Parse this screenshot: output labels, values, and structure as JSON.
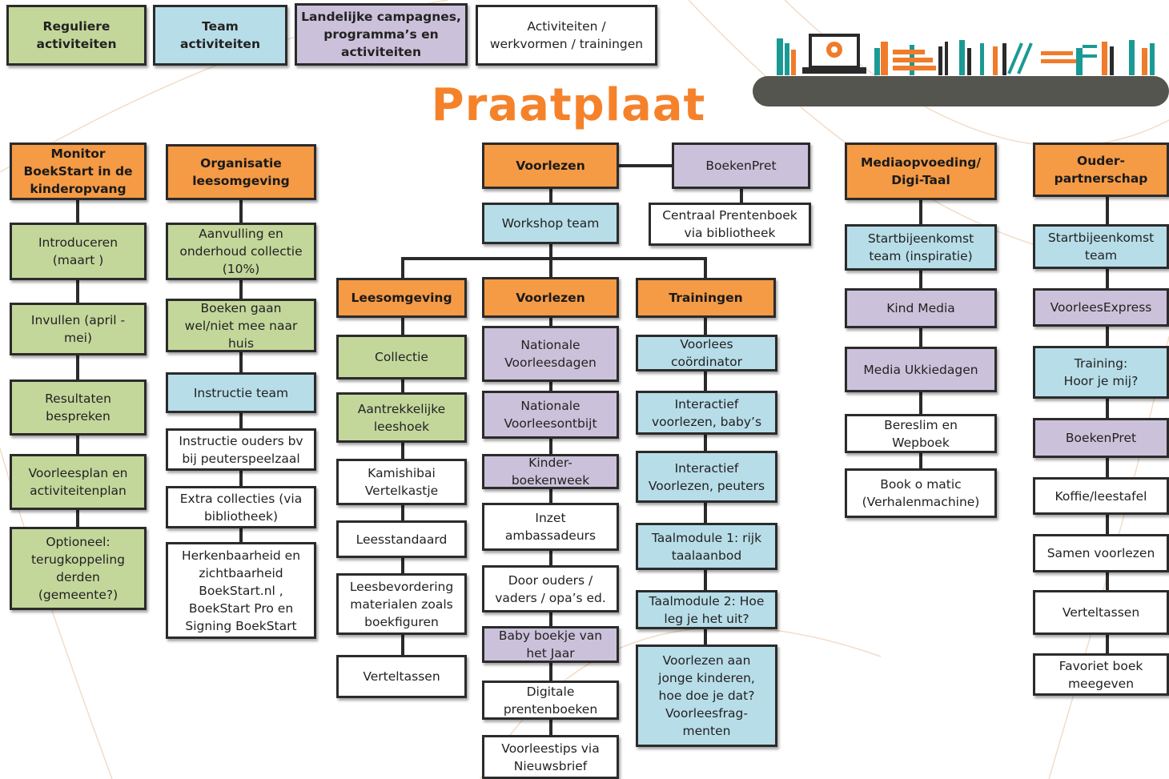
{
  "title": "Praatplaat",
  "colors": {
    "orange": "#f59a45",
    "green": "#c4d79b",
    "blue": "#b7dde8",
    "purple": "#ccc1da",
    "white": "#ffffff",
    "title": "#f5822a",
    "shelf": "#555550"
  },
  "legend": {
    "reguliere": "Reguliere\nactiviteiten",
    "team": "Team\nactiviteiten",
    "landelijke": "Landelijke campagnes,\nprogramma’s en\nactiviteiten",
    "werkvormen": "Activiteiten /\nwerkvormen / trainingen"
  },
  "col_monitor": {
    "header": "Monitor\nBoekStart in de\nkinderopvang",
    "items": [
      "Introduceren\n(maart )",
      "Invullen  (april -\nmei)",
      "Resultaten\nbespreken",
      "Voorleesplan en\nactiviteitenplan",
      "Optioneel:\nterugkoppeling\nderden\n(gemeente?)"
    ]
  },
  "col_organisatie": {
    "header": "Organisatie\nleesomgeving",
    "items": [
      "Aanvulling  en\nonderhoud collectie\n(10%)",
      "Boeken gaan\nwel/niet mee naar\nhuis",
      "Instructie team",
      "Instructie ouders bv\nbij peuterspeelzaal",
      "Extra collecties (via\nbibliotheek)",
      "Herkenbaarheid en\nzichtbaarheid\nBoekStart.nl ,\nBoekStart Pro en\nSigning BoekStart"
    ]
  },
  "col_voorlezen": {
    "header": "Voorlezen",
    "boekenpret": "BoekenPret",
    "centraal": "Centraal Prentenboek\nvia bibliotheek",
    "workshop": "Workshop team",
    "sub_leesomgeving": {
      "header": "Leesomgeving",
      "items": [
        "Collectie",
        "Aantrekkelijke\nleeshoek",
        "Kamishibai\nVertelkastje",
        "Leesstandaard",
        "Leesbevordering\nmaterialen zoals\nboekfiguren",
        "Verteltassen"
      ]
    },
    "sub_voorlezen": {
      "header": "Voorlezen",
      "items": [
        "Nationale\nVoorleesdagen",
        "Nationale\nVoorleesontbijt",
        "Kinder-\nboekenweek",
        "Inzet\nambassadeurs",
        "Door ouders /\nvaders / opa’s ed.",
        "Baby boekje van\nhet Jaar",
        "Digitale\nprentenboeken",
        "Voorleestips via\nNieuwsbrief"
      ]
    },
    "sub_trainingen": {
      "header": "Trainingen",
      "items": [
        "Voorlees\ncoördinator",
        "Interactief\nvoorlezen, baby’s",
        "Interactief\nVoorlezen, peuters",
        "Taalmodule 1: rijk\ntaalaanbod",
        "Taalmodule 2: Hoe\nleg je het uit?",
        "Voorlezen aan\njonge kinderen,\nhoe doe je dat?\nVoorleesfrag-\nmenten"
      ]
    }
  },
  "col_media": {
    "header": "Mediaopvoeding/\nDigi-Taal",
    "items": [
      "Startbijeenkomst\nteam (inspiratie)",
      "Kind Media",
      "Media Ukkiedagen",
      "Bereslim en\nWepboek",
      "Book o matic\n(Verhalenmachine)"
    ]
  },
  "col_ouder": {
    "header": "Ouder-\npartnerschap",
    "items": [
      "Startbijeenkomst\nteam",
      "VoorleesExpress",
      "Training:\nHoor je mij?",
      "BoekenPret",
      "Koffie/leestafel",
      "Samen voorlezen",
      "Verteltassen",
      "Favoriet boek\nmeegeven"
    ]
  }
}
